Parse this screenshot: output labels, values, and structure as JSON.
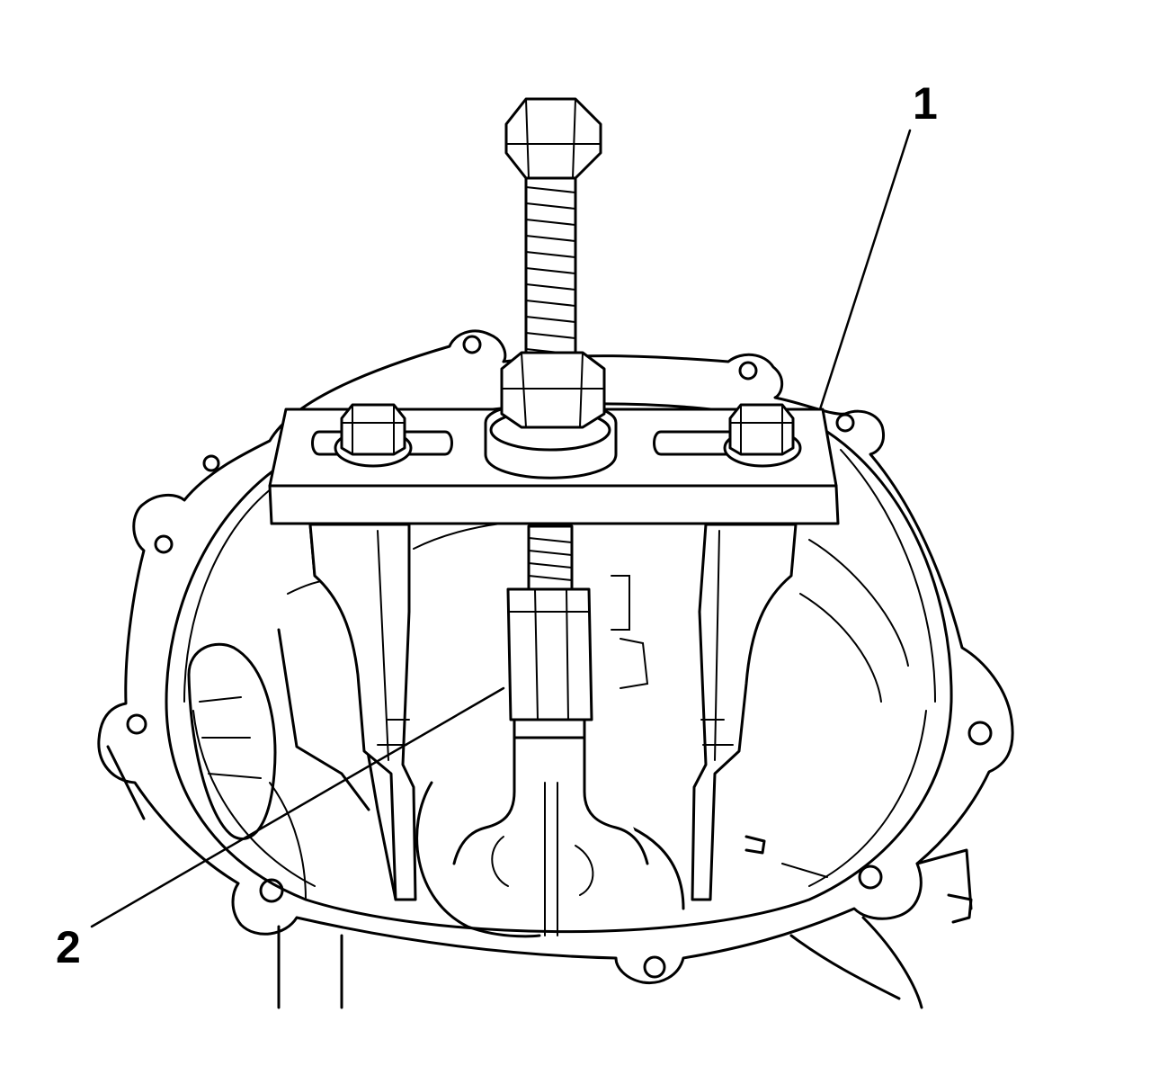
{
  "callouts": [
    {
      "id": "1",
      "label": "1"
    },
    {
      "id": "2",
      "label": "2"
    }
  ],
  "colors": {
    "ink": "#000000",
    "paper": "#ffffff"
  },
  "icons": [
    "puller-bolt-icon",
    "puller-bar-icon",
    "puller-jaw-icon",
    "housing-flange-icon"
  ]
}
